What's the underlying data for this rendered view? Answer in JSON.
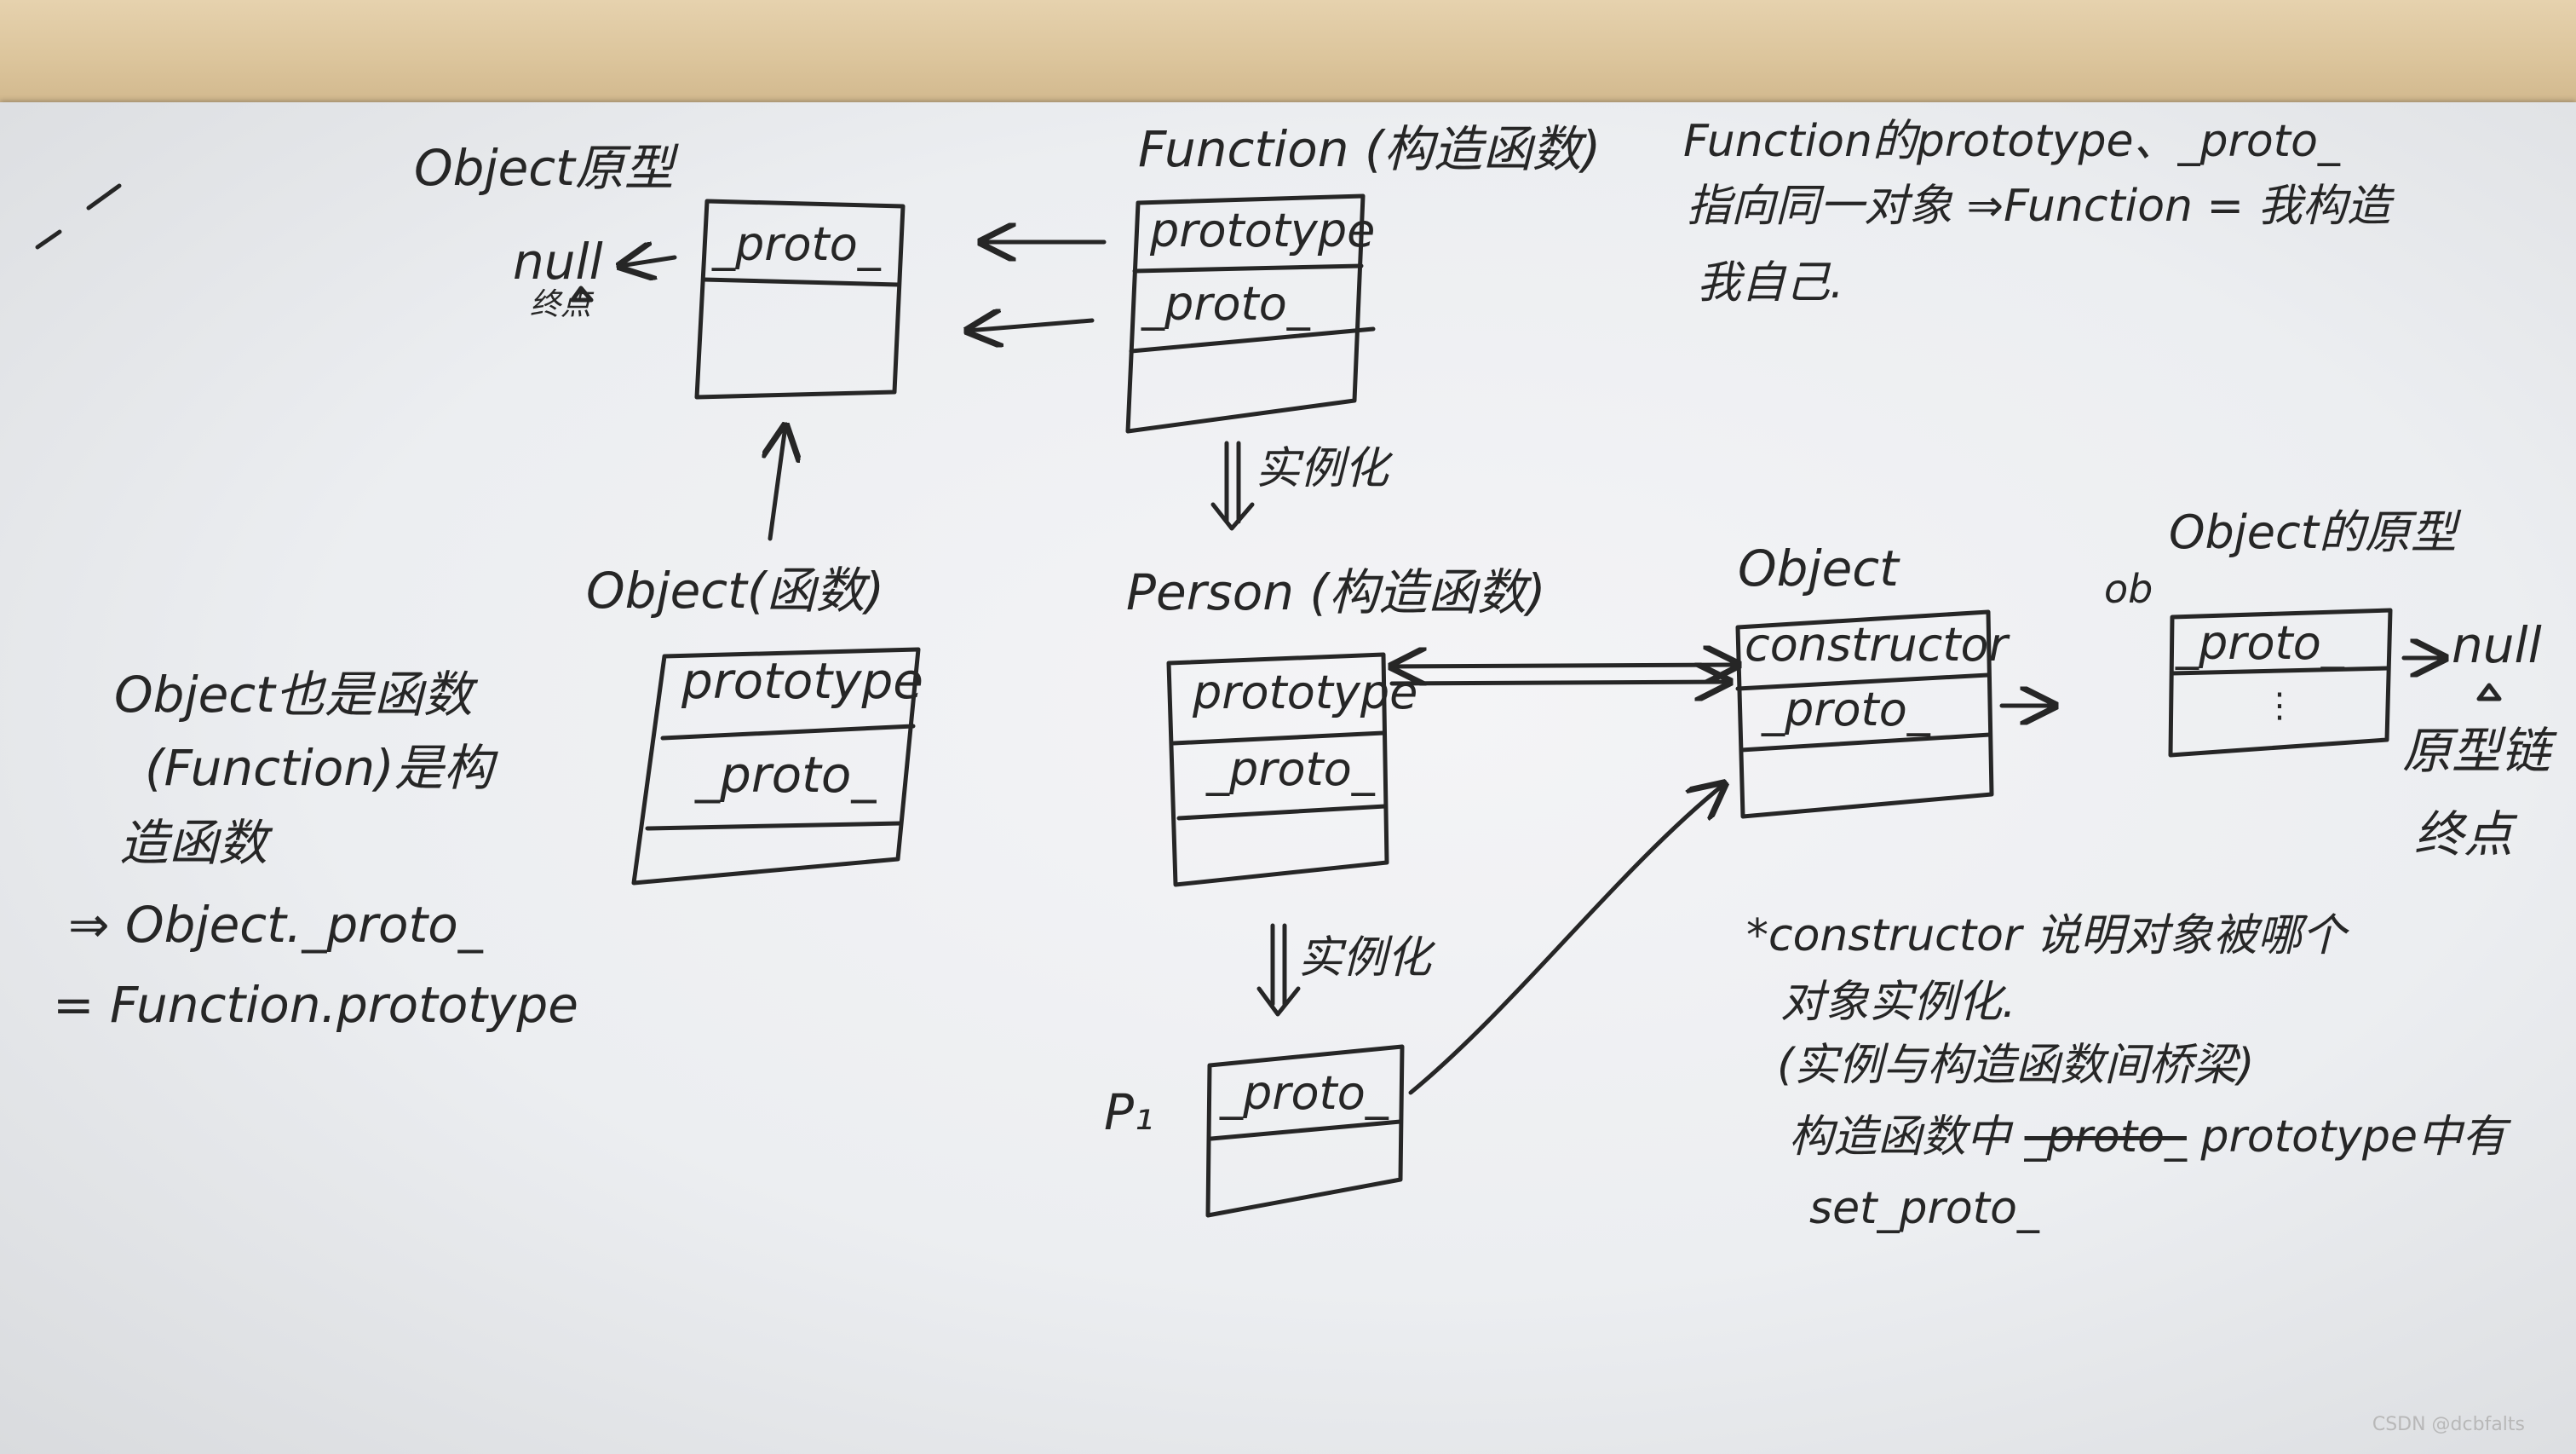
{
  "labels": {
    "object_proto_title": "Object原型",
    "function_title": "Function (构造函数)",
    "object_func_title": "Object(函数)",
    "person_title": "Person (构造函数)",
    "object_title": "Object",
    "object_proto2_title": "Object的原型",
    "null_left": "null",
    "null_left_sub": "终点",
    "null_right": "null",
    "chain_end_1": "原型链",
    "chain_end_2": "终点",
    "instantiate_1": "实例化",
    "instantiate_2": "实例化",
    "p1": "P₁",
    "ob": "ob"
  },
  "fields": {
    "proto_box_proto": "_proto_",
    "function_prototype": "prototype",
    "function_proto": "_proto_",
    "objfunc_prototype": "prototype",
    "objfunc_proto": "_proto_",
    "person_prototype": "prototype",
    "person_proto": "_proto_",
    "obj_constructor": "constructor",
    "obj_proto": "_proto_",
    "obj2_proto": "_proto_",
    "obj2_dots": "⋮",
    "p1_proto": "_proto_"
  },
  "notes": {
    "top_right": [
      "Function的prototype、_proto_",
      "指向同一对象 ⇒Function = 我构造",
      "我自己."
    ],
    "left": [
      "Object也是函数",
      "(Function)是构",
      "造函数",
      "⇒ Object._proto_",
      "= Function.prototype"
    ],
    "bottom_right": [
      "*constructor 说明对象被哪个",
      "对象实例化.",
      "(实例与构造函数间桥梁)"
    ],
    "bottom_line4_a": "构造函数中",
    "bottom_line4_strike": "_proto_",
    "bottom_line4_b": "prototype中有",
    "bottom_line5": "set_proto_"
  },
  "watermark": "CSDN @dcbfalts"
}
